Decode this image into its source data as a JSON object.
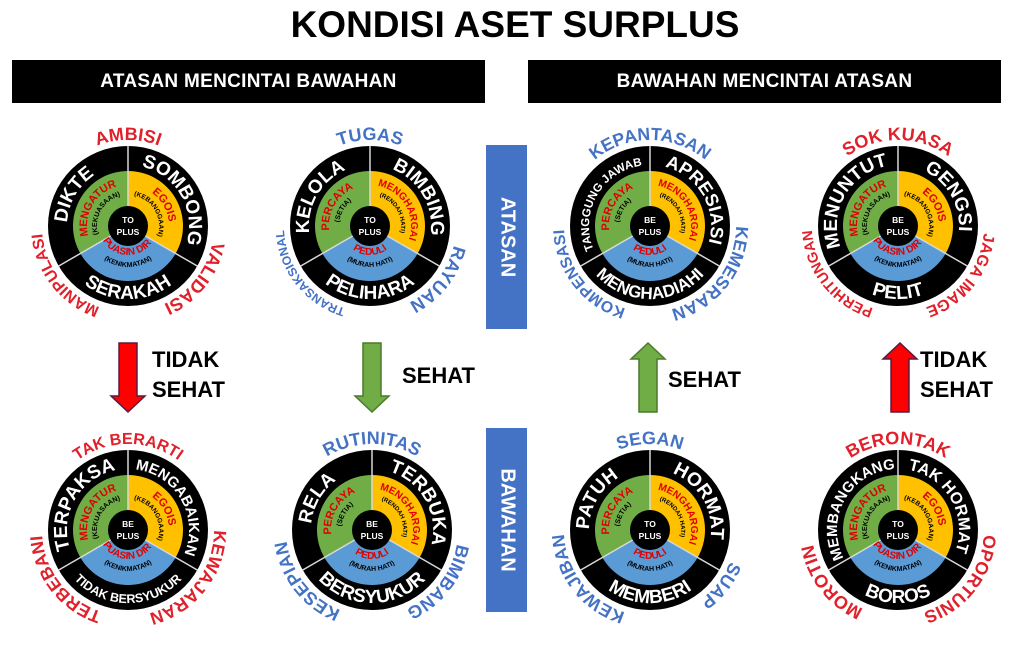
{
  "title": "KONDISI ASET SURPLUS",
  "headers": {
    "left": "ATASAN MENCINTAI BAWAHAN",
    "right": "BAWAHAN MENCINTAI ATASAN"
  },
  "side_labels": {
    "top": "ATASAN",
    "bottom": "BAWAHAN"
  },
  "arrows": [
    {
      "direction": "down",
      "color": "#ff0000",
      "label1": "TIDAK",
      "label2": "SEHAT"
    },
    {
      "direction": "down",
      "color": "#70ad47",
      "label1": "SEHAT",
      "label2": ""
    },
    {
      "direction": "up",
      "color": "#70ad47",
      "label1": "SEHAT",
      "label2": ""
    },
    {
      "direction": "up",
      "color": "#ff0000",
      "label1": "TIDAK",
      "label2": "SEHAT"
    }
  ],
  "colors": {
    "ring": "#000000",
    "green": "#70ad47",
    "yellow": "#ffc000",
    "blue": "#5b9bd5",
    "sector_title": "#e00000",
    "red_label": "#e0202a",
    "blue_label": "#4472c4",
    "side_bar": "#4472c4"
  },
  "wheels": [
    {
      "outer": [
        "AMBISI",
        "MANIPULASI",
        "VALIDASI"
      ],
      "outer_color": "#e0202a",
      "ring": [
        "DIKTE",
        "SOMBONG",
        "SERAKAH"
      ],
      "green": [
        "MENGATUR",
        "(KEKUASAAN)"
      ],
      "yellow": [
        "EGOIS",
        "(KEBANGGAAN)"
      ],
      "blue": [
        "PUASIN DIRI",
        "(KENIKMATAN)"
      ],
      "center": [
        "TO",
        "PLUS"
      ]
    },
    {
      "outer": [
        "TUGAS",
        "TRANSAKSIONAL",
        "RAYUAN"
      ],
      "outer_color": "#4472c4",
      "ring": [
        "KELOLA",
        "BIMBING",
        "PELIHARA"
      ],
      "green": [
        "PERCAYA",
        "(SETIA)"
      ],
      "yellow": [
        "MENGHARGAI",
        "(RENDAH HATI)"
      ],
      "blue": [
        "PEDULI",
        "(MURAH HATI)"
      ],
      "center": [
        "TO",
        "PLUS"
      ]
    },
    {
      "outer": [
        "KEPANTASAN",
        "KOMPENSASI",
        "KEMESRAAN"
      ],
      "outer_color": "#4472c4",
      "ring": [
        "TANGGUNG JAWAB",
        "APRESIASI",
        "MENGHADIAHI"
      ],
      "green": [
        "PERCAYA",
        "(SETIA)"
      ],
      "yellow": [
        "MENGHARGAI",
        "(RENDAH HATI)"
      ],
      "blue": [
        "PEDULI",
        "(MURAH HATI)"
      ],
      "center": [
        "BE",
        "PLUS"
      ]
    },
    {
      "outer": [
        "SOK KUASA",
        "PERHITUNGAN",
        "JAGA IMAGE"
      ],
      "outer_color": "#e0202a",
      "ring": [
        "MENUNTUT",
        "GENGSI",
        "PELIT"
      ],
      "green": [
        "MENGATUR",
        "(KEKUASAAN)"
      ],
      "yellow": [
        "EGOIS",
        "(KEBANGGAAN)"
      ],
      "blue": [
        "PUASIN DIRI",
        "(KENIKMATAN)"
      ],
      "center": [
        "BE",
        "PLUS"
      ]
    },
    {
      "outer": [
        "TAK BERARTI",
        "TERBEBANI",
        "KEWAJARAN"
      ],
      "outer_color": "#e0202a",
      "ring": [
        "TERPAKSA",
        "MENGABAIKAN",
        "TIDAK BERSYUKUR"
      ],
      "green": [
        "MENGATUR",
        "(KEKUASAAN)"
      ],
      "yellow": [
        "EGOIS",
        "(KEBANGGAAN)"
      ],
      "blue": [
        "PUASIN DIRI",
        "(KENIKMATAN)"
      ],
      "center": [
        "BE",
        "PLUS"
      ]
    },
    {
      "outer": [
        "RUTINITAS",
        "KESEPIAN",
        "BIMBANG"
      ],
      "outer_color": "#4472c4",
      "ring": [
        "RELA",
        "TERBUKA",
        "BERSYUKUR"
      ],
      "green": [
        "PERCAYA",
        "(SETIA)"
      ],
      "yellow": [
        "MENGHARGAI",
        "(RENDAH HATI)"
      ],
      "blue": [
        "PEDULI",
        "(MURAH HATI)"
      ],
      "center": [
        "BE",
        "PLUS"
      ]
    },
    {
      "outer": [
        "SEGAN",
        "KEWAJIBAN",
        "SUAP"
      ],
      "outer_color": "#4472c4",
      "ring": [
        "PATUH",
        "HORMAT",
        "MEMBERI"
      ],
      "green": [
        "PERCAYA",
        "(SETIA)"
      ],
      "yellow": [
        "MENGHARGAI",
        "(RENDAH HATI)"
      ],
      "blue": [
        "PEDULI",
        "(MURAH HATI)"
      ],
      "center": [
        "TO",
        "PLUS"
      ]
    },
    {
      "outer": [
        "BERONTAK",
        "MOROTIN",
        "OPORTUNIS"
      ],
      "outer_color": "#e0202a",
      "ring": [
        "MEMBANGKANG",
        "TAK HORMAT",
        "BOROS"
      ],
      "green": [
        "MENGATUR",
        "(KEKUASAAN)"
      ],
      "yellow": [
        "EGOIS",
        "(KEBANGGAAN)"
      ],
      "blue": [
        "PUASIN DIRI",
        "(KENIKMATAN)"
      ],
      "center": [
        "TO",
        "PLUS"
      ]
    }
  ]
}
